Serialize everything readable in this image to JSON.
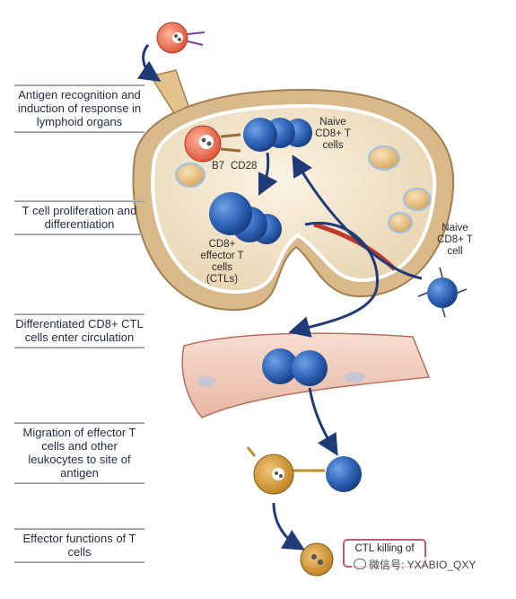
{
  "steps": [
    "Antigen recognition and induction of response in lymphoid organs",
    "T cell proliferation and differentiation",
    "Differentiated CD8+ CTL cells enter circulation",
    "Migration of effector T cells and other leukocytes to site of antigen",
    "Effector functions of T cells"
  ],
  "labels": {
    "naive_cd8_cells": "Naive CD8+ T cells",
    "b7": "B7",
    "cd28": "CD28",
    "effector_ctls": "CD8+ effector T cells (CTLs)",
    "naive_cd8_cell": "Naive CD8+ T cell",
    "ctl_killing": "CTL killing of",
    "watermark": "微信号: YXABIO_QXY"
  },
  "colors": {
    "lymph_node": "#e7cfa8",
    "t_cell": "#2e63b6",
    "apc": "#e8694a",
    "arrow": "#1f3c78",
    "vessel": "#f0c7b8"
  }
}
